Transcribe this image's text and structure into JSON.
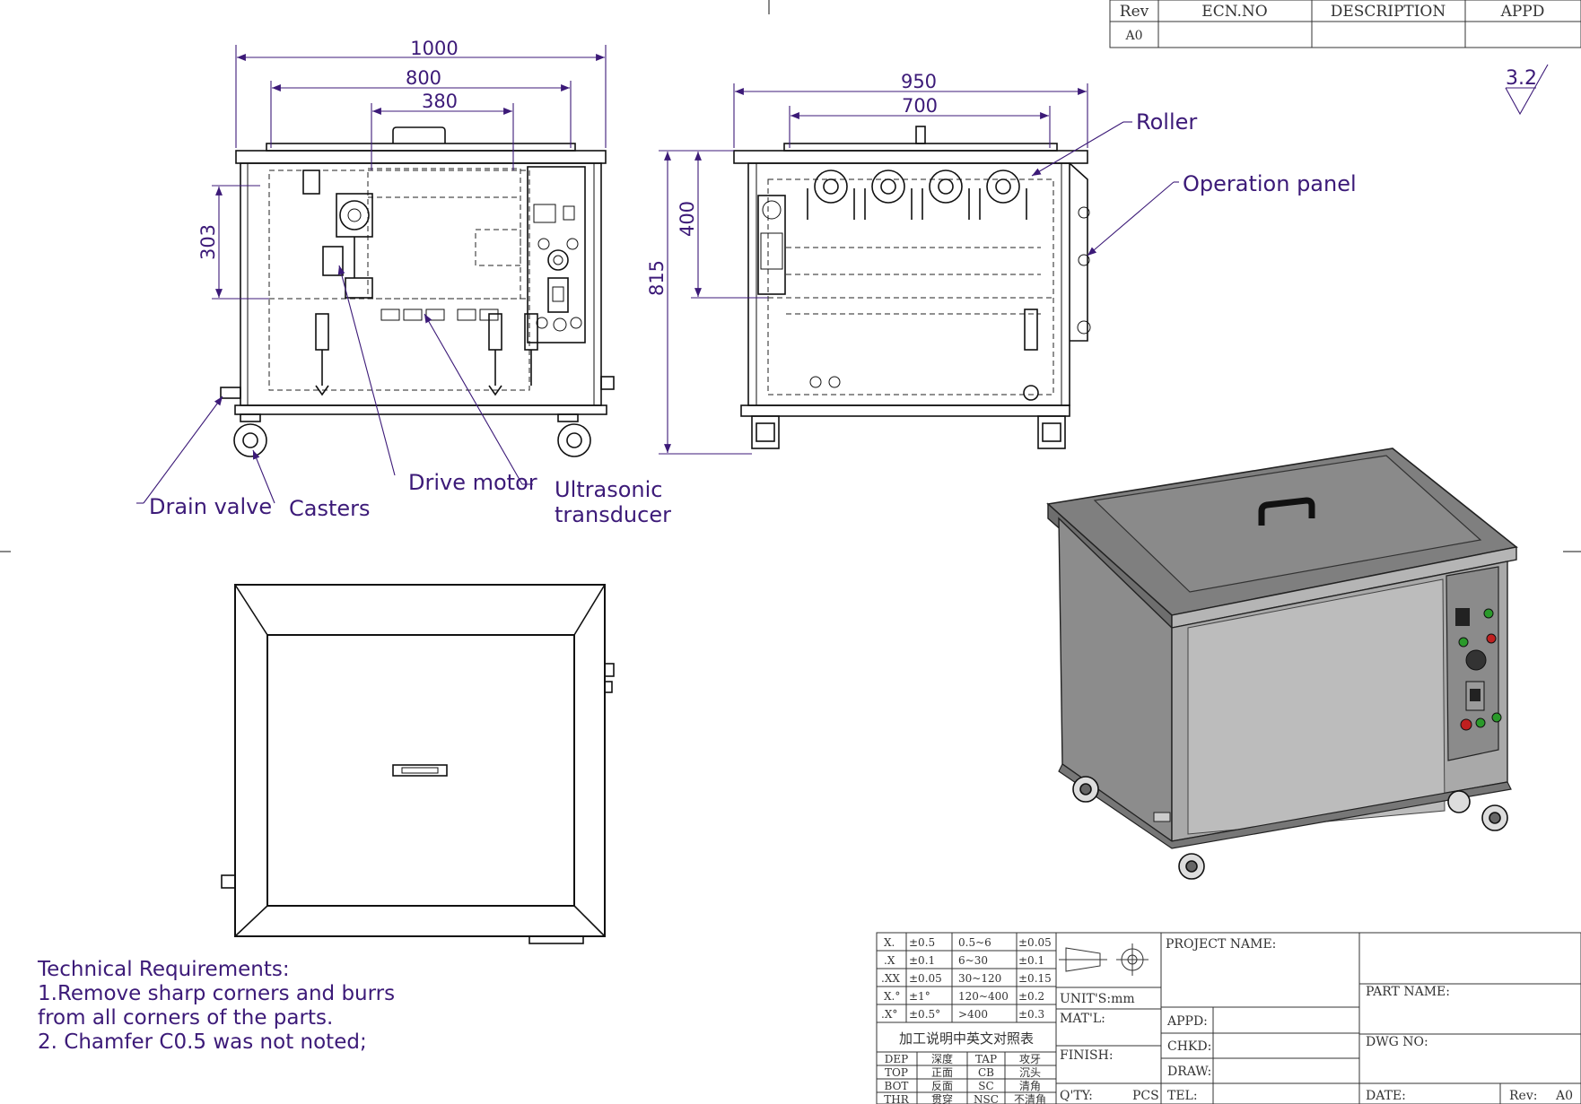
{
  "revision_table": {
    "headers": [
      "Rev",
      "ECN.NO",
      "DESCRIPTION",
      "APPD"
    ],
    "rows": [
      [
        "A0",
        "",
        "",
        ""
      ]
    ]
  },
  "surface_finish": "3.2",
  "front_view": {
    "dimensions": {
      "overall_width": "1000",
      "inner_width": "800",
      "lid_width": "380",
      "left_height": "303"
    },
    "callouts": {
      "drain_valve": "Drain valve",
      "casters": "Casters",
      "drive_motor": "Drive motor",
      "ultrasonic_transducer_line1": "Ultrasonic",
      "ultrasonic_transducer_line2": "transducer"
    }
  },
  "side_view": {
    "dimensions": {
      "overall_width": "950",
      "inner_width": "700",
      "tank_depth": "400",
      "total_height": "815"
    },
    "callouts": {
      "roller": "Roller",
      "operation_panel": "Operation panel"
    }
  },
  "technical_requirements": {
    "title": "Technical Requirements:",
    "lines": [
      "1.Remove sharp corners and burrs",
      "from all corners of the parts.",
      "2. Chamfer C0.5 was not noted;"
    ]
  },
  "title_block": {
    "tolerances": [
      [
        "X.",
        "±0.5",
        "0.5~6",
        "±0.05"
      ],
      [
        ".X",
        "±0.1",
        "6~30",
        "±0.1"
      ],
      [
        ".XX",
        "±0.05",
        "30~120",
        "±0.15"
      ],
      [
        "X.°",
        "±1°",
        "120~400",
        "±0.2"
      ],
      [
        ".X°",
        "±0.5°",
        ">400",
        "±0.3"
      ]
    ],
    "translation_title": "加工说明中英文对照表",
    "translations": [
      [
        "DEP",
        "深度",
        "TAP",
        "攻牙"
      ],
      [
        "TOP",
        "正面",
        "CB",
        "沉头"
      ],
      [
        "BOT",
        "反面",
        "SC",
        "清角"
      ],
      [
        "THR",
        "贯穿",
        "NSC",
        "不清角"
      ]
    ],
    "units": "UNIT'S:mm",
    "material": "MAT'L:",
    "finish": "FINISH:",
    "qty": "Q'TY:",
    "pcs": "PCS",
    "project_name": "PROJECT NAME:",
    "appd": "APPD:",
    "chkd": "CHKD:",
    "draw": "DRAW:",
    "tel": "TEL:",
    "part_name": "PART NAME:",
    "dwg_no": "DWG NO:",
    "date": "DATE:",
    "rev_label": "Rev:",
    "rev_value": "A0"
  }
}
